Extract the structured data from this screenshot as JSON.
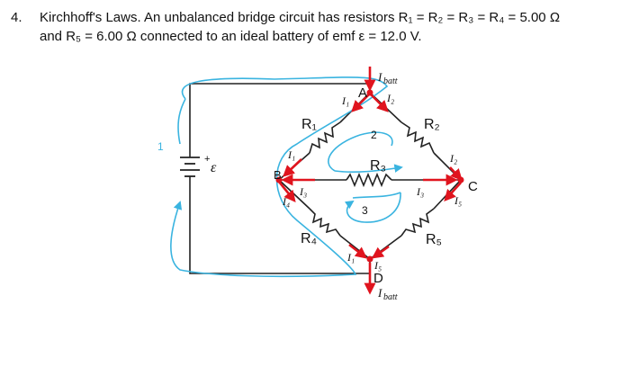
{
  "problem": {
    "number": "4.",
    "line1": "Kirchhoff's Laws. An unbalanced bridge circuit has resistors R₁ = R₂ = R₃ = R₄ = 5.00 Ω",
    "line2": "and R₅ = 6.00 Ω connected to an ideal battery of emf ε = 12.0 V."
  },
  "diagram": {
    "nodes": {
      "A": "A",
      "B": "B",
      "C": "C",
      "D": "D"
    },
    "resistors": {
      "r1": "R₁",
      "r2": "R₂",
      "r3": "R₃",
      "r4": "R₄",
      "r5": "R₅"
    },
    "battery": {
      "emf": "ε",
      "plus": "+"
    },
    "currents": {
      "ibatt_top": "I",
      "ibatt_top_sub": "batt",
      "ibatt_bottom": "I",
      "ibatt_bottom_sub": "batt",
      "i1": "I₁",
      "i1_left": "I₁",
      "i1_bottom": "I₁",
      "i2_top": "I₂",
      "i2_right": "I₂",
      "i3_left": "I₃",
      "i3_right": "I₃",
      "i4_left": "I₄",
      "i5_right": "I₅",
      "i5_bottom": "I₅"
    },
    "loops": {
      "loop1": "1",
      "loop2": "2",
      "loop3": "3"
    },
    "colors": {
      "wire": "#222222",
      "arrow": "#e0141e",
      "loop": "#3ab4e0"
    }
  }
}
